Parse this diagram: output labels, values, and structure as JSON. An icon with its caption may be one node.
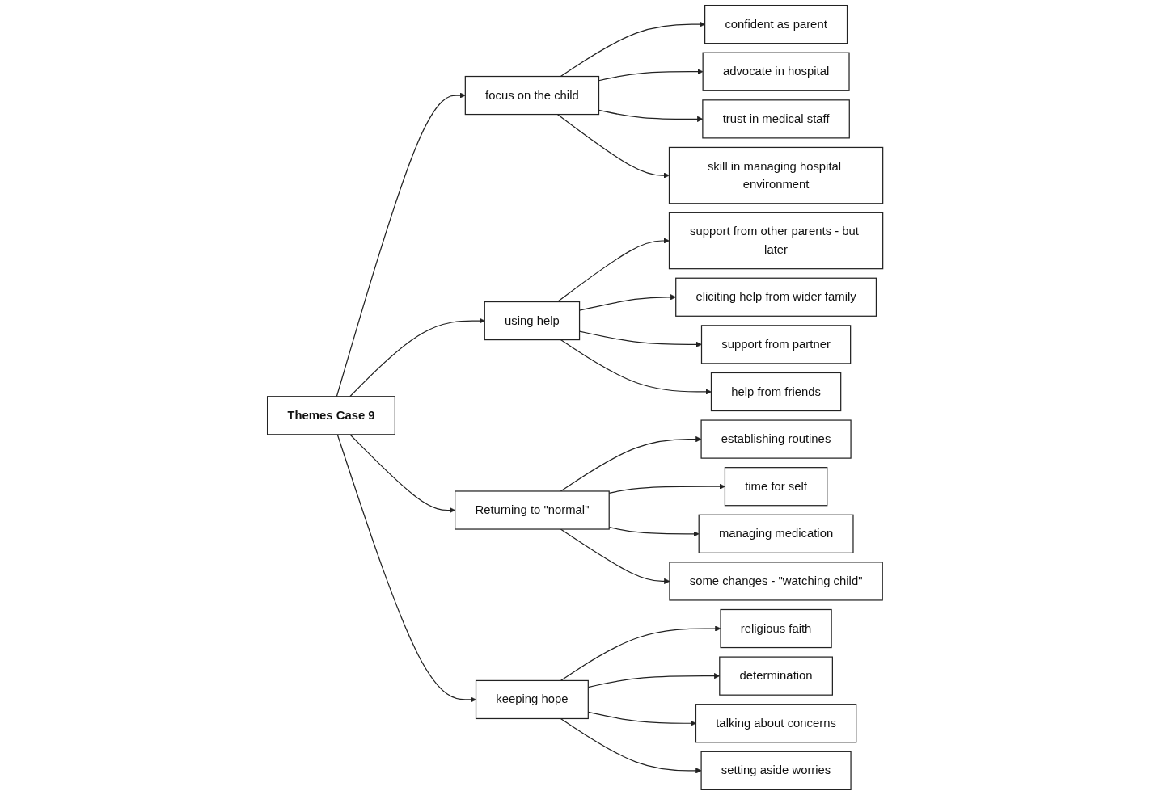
{
  "diagram": {
    "nodes": [
      {
        "text": [
          "Themes Case 9"
        ]
      },
      {
        "text": [
          "focus on the child"
        ]
      },
      {
        "text": [
          "confident as parent"
        ]
      },
      {
        "text": [
          "advocate in hospital"
        ]
      },
      {
        "text": [
          "trust in medical staff"
        ]
      },
      {
        "text": [
          "skill in managing hospital environment"
        ]
      },
      {
        "text": [
          "using help"
        ]
      },
      {
        "text": [
          "support from other parents - but later"
        ]
      },
      {
        "text": [
          "eliciting help from wider family"
        ]
      },
      {
        "text": [
          "support from partner"
        ]
      },
      {
        "text": [
          "help from friends"
        ]
      },
      {
        "text": [
          "Returning to \"normal\""
        ]
      },
      {
        "text": [
          "establishing routines"
        ]
      },
      {
        "text": [
          "time for self"
        ]
      },
      {
        "text": [
          "managing medication"
        ]
      },
      {
        "text": [
          "some changes - \"watching child\""
        ]
      },
      {
        "text": [
          "keeping hope"
        ]
      },
      {
        "text": [
          "religious faith"
        ]
      },
      {
        "text": [
          "determination"
        ]
      },
      {
        "text": [
          "talking about concerns"
        ]
      },
      {
        "text": [
          "setting aside worries"
        ]
      }
    ],
    "edges": [
      {
        "from": 0,
        "to": 1,
        "arrow": "to"
      },
      {
        "from": 1,
        "to": 2,
        "arrow": "to"
      },
      {
        "from": 1,
        "to": 3,
        "arrow": "to"
      },
      {
        "from": 1,
        "to": 4,
        "arrow": "to"
      },
      {
        "from": 1,
        "to": 5,
        "arrow": "to"
      },
      {
        "from": 0,
        "to": 6,
        "arrow": "to"
      },
      {
        "from": 6,
        "to": 7,
        "arrow": "to"
      },
      {
        "from": 6,
        "to": 8,
        "arrow": "to"
      },
      {
        "from": 6,
        "to": 9,
        "arrow": "to"
      },
      {
        "from": 6,
        "to": 10,
        "arrow": "to"
      },
      {
        "from": 0,
        "to": 11,
        "arrow": "to"
      },
      {
        "from": 11,
        "to": 12,
        "arrow": "to"
      },
      {
        "from": 11,
        "to": 13,
        "arrow": "to"
      },
      {
        "from": 11,
        "to": 14,
        "arrow": "to"
      },
      {
        "from": 11,
        "to": 15,
        "arrow": "to"
      },
      {
        "from": 0,
        "to": 16,
        "arrow": "to"
      },
      {
        "from": 16,
        "to": 17,
        "arrow": "to"
      },
      {
        "from": 16,
        "to": 18,
        "arrow": "to"
      },
      {
        "from": 16,
        "to": 19,
        "arrow": "to"
      },
      {
        "from": 16,
        "to": 20,
        "arrow": "to"
      }
    ]
  }
}
